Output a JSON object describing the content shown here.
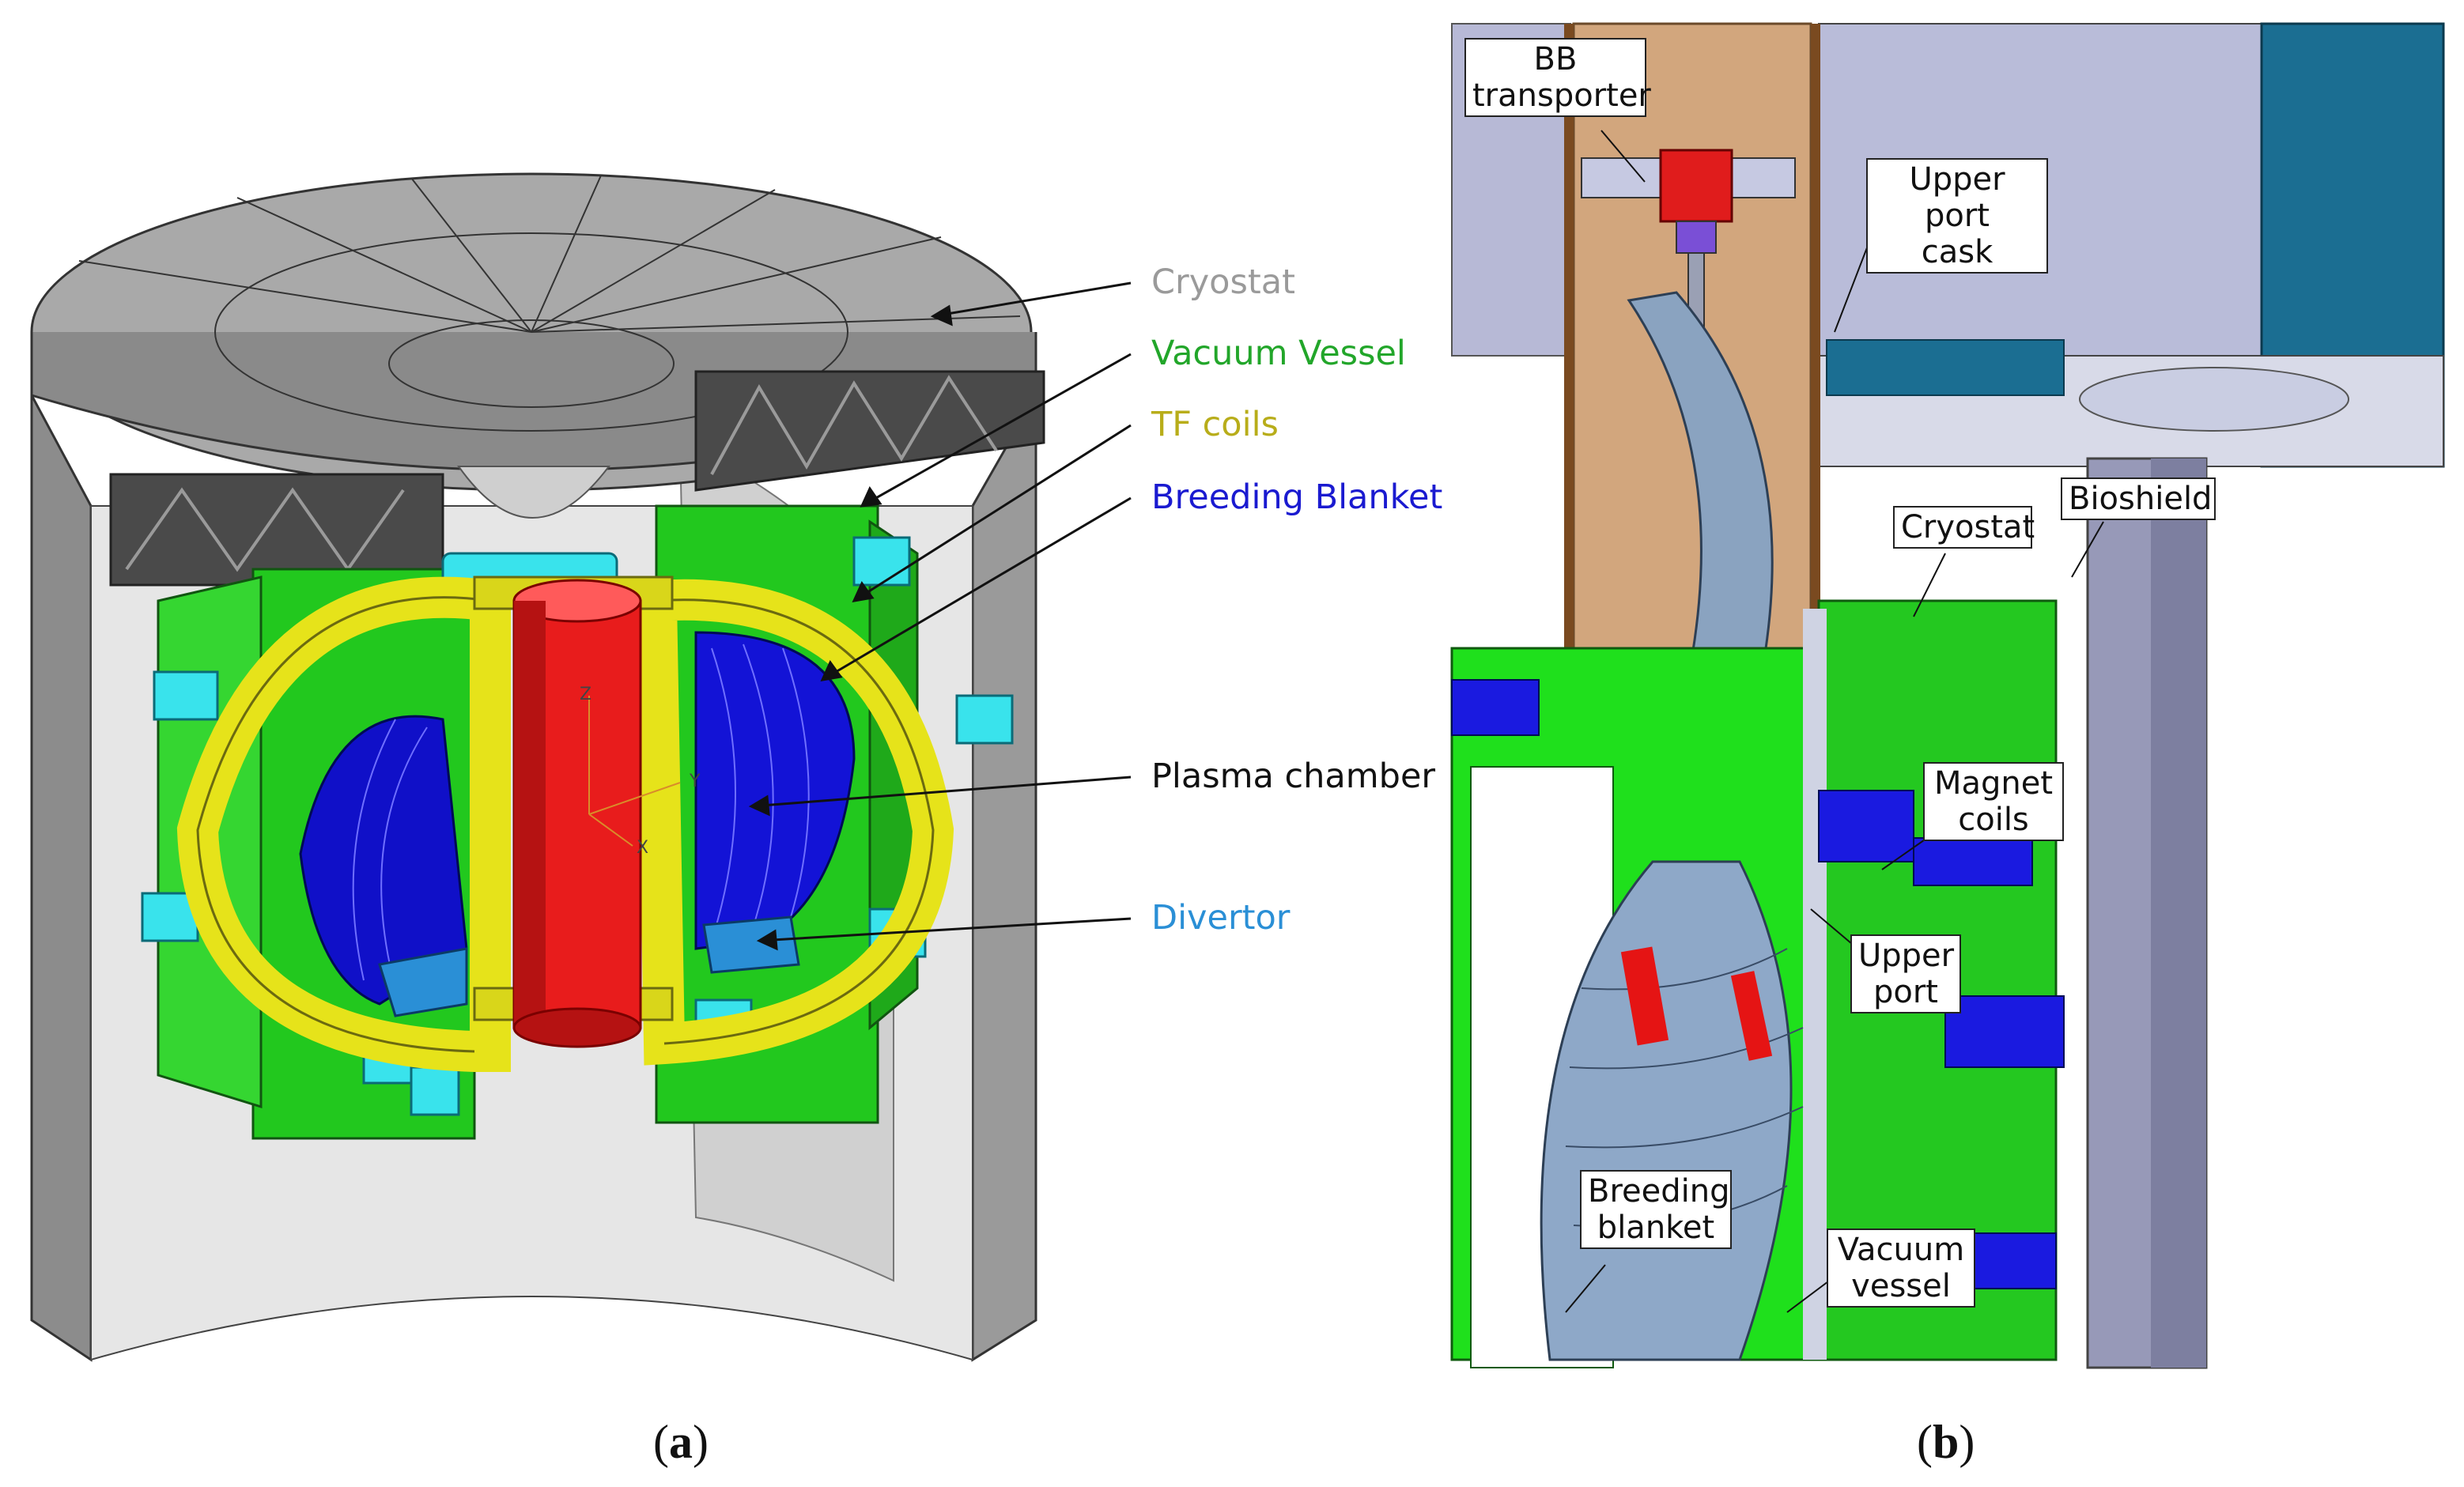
{
  "panel_a": {
    "labels": {
      "cryostat": "Cryostat",
      "vacuum_vessel": "Vacuum Vessel",
      "tf_coils": "TF coils",
      "breeding_blanket": "Breeding Blanket",
      "plasma_chamber": "Plasma chamber",
      "divertor": "Divertor"
    },
    "axis": {
      "z": "Z",
      "y": "Y",
      "x": "X"
    },
    "caption_open": "(",
    "caption_letter": "a",
    "caption_close": ")"
  },
  "panel_b": {
    "labels": {
      "bb_transporter": "BB\ntransporter",
      "upper_port_cask": "Upper port\ncask",
      "cryostat": "Cryostat",
      "bioshield": "Bioshield",
      "magnet_coils": "Magnet\ncoils",
      "upper_port": "Upper\nport",
      "breeding_blanket": "Breeding\nblanket",
      "vacuum_vessel": "Vacuum\nvessel"
    },
    "caption_open": "(",
    "caption_letter": "b",
    "caption_close": ")"
  },
  "colors": {
    "cryostat": "#9a9a9a",
    "vacuum_vessel": "#22a62a",
    "tf_coils": "#b8ad1a",
    "breeding_blanket": "#1a1ad0",
    "plasma_chamber": "#111111",
    "divertor": "#2a8fd6"
  }
}
